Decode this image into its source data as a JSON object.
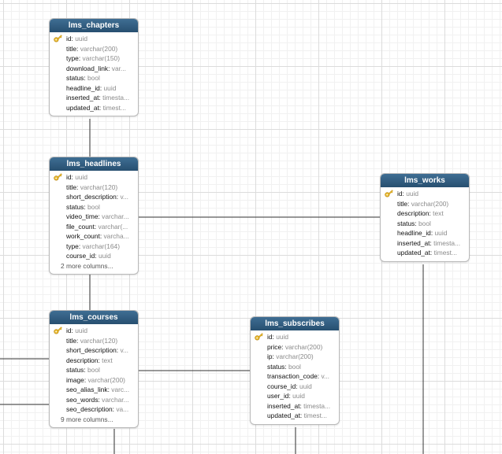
{
  "colors": {
    "header_top": "#3f6e93",
    "header_bottom": "#274f70",
    "line": "#333333",
    "key": "#e8b92c"
  },
  "tables": [
    {
      "id": "lms_chapters",
      "name": "lms_chapters",
      "columns": [
        {
          "name": "id",
          "type": "uuid",
          "pk": true
        },
        {
          "name": "title",
          "type": "varchar(200)"
        },
        {
          "name": "type",
          "type": "varchar(150)"
        },
        {
          "name": "download_link",
          "type": "var..."
        },
        {
          "name": "status",
          "type": "bool"
        },
        {
          "name": "headline_id",
          "type": "uuid"
        },
        {
          "name": "inserted_at",
          "type": "timesta..."
        },
        {
          "name": "updated_at",
          "type": "timest..."
        }
      ]
    },
    {
      "id": "lms_headlines",
      "name": "lms_headlines",
      "columns": [
        {
          "name": "id",
          "type": "uuid",
          "pk": true
        },
        {
          "name": "title",
          "type": "varchar(120)"
        },
        {
          "name": "short_description",
          "type": "v..."
        },
        {
          "name": "status",
          "type": "bool"
        },
        {
          "name": "video_time",
          "type": "varchar..."
        },
        {
          "name": "file_count",
          "type": "varchar(..."
        },
        {
          "name": "work_count",
          "type": "varcha..."
        },
        {
          "name": "type",
          "type": "varchar(164)"
        },
        {
          "name": "course_id",
          "type": "uuid"
        }
      ],
      "more": "2 more columns..."
    },
    {
      "id": "lms_works",
      "name": "lms_works",
      "columns": [
        {
          "name": "id",
          "type": "uuid",
          "pk": true
        },
        {
          "name": "title",
          "type": "varchar(200)"
        },
        {
          "name": "description",
          "type": "text"
        },
        {
          "name": "status",
          "type": "bool"
        },
        {
          "name": "headline_id",
          "type": "uuid"
        },
        {
          "name": "inserted_at",
          "type": "timesta..."
        },
        {
          "name": "updated_at",
          "type": "timest..."
        }
      ]
    },
    {
      "id": "lms_courses",
      "name": "lms_courses",
      "columns": [
        {
          "name": "id",
          "type": "uuid",
          "pk": true
        },
        {
          "name": "title",
          "type": "varchar(120)"
        },
        {
          "name": "short_description",
          "type": "v..."
        },
        {
          "name": "description",
          "type": "text"
        },
        {
          "name": "status",
          "type": "bool"
        },
        {
          "name": "image",
          "type": "varchar(200)"
        },
        {
          "name": "seo_alias_link",
          "type": "varc..."
        },
        {
          "name": "seo_words",
          "type": "varchar..."
        },
        {
          "name": "seo_description",
          "type": "va..."
        }
      ],
      "more": "9 more columns..."
    },
    {
      "id": "lms_subscribes",
      "name": "lms_subscribes",
      "columns": [
        {
          "name": "id",
          "type": "uuid",
          "pk": true
        },
        {
          "name": "price",
          "type": "varchar(200)"
        },
        {
          "name": "ip",
          "type": "varchar(200)"
        },
        {
          "name": "status",
          "type": "bool"
        },
        {
          "name": "transaction_code",
          "type": "v..."
        },
        {
          "name": "course_id",
          "type": "uuid"
        },
        {
          "name": "user_id",
          "type": "uuid"
        },
        {
          "name": "inserted_at",
          "type": "timesta..."
        },
        {
          "name": "updated_at",
          "type": "timest..."
        }
      ]
    }
  ],
  "relationships": [
    {
      "from": "lms_chapters",
      "to": "lms_headlines"
    },
    {
      "from": "lms_headlines",
      "to": "lms_works"
    },
    {
      "from": "lms_headlines",
      "to": "lms_courses"
    },
    {
      "from": "lms_courses",
      "to": "lms_subscribes"
    }
  ]
}
